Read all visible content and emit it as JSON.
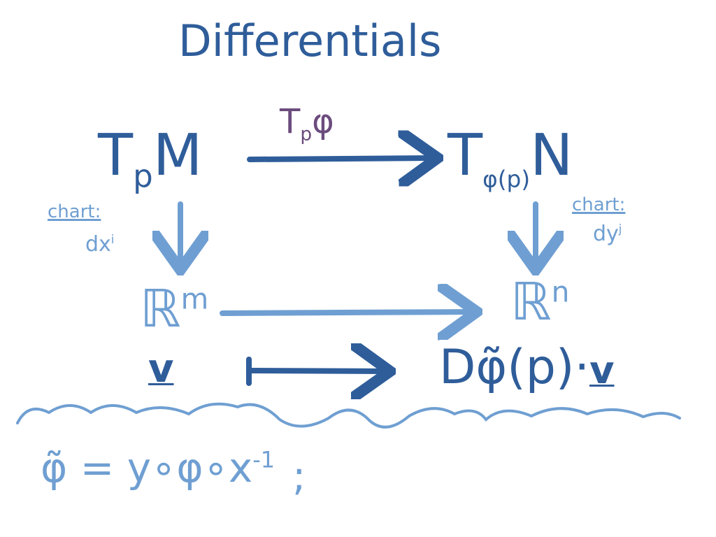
{
  "title": "Differentials",
  "nodes": {
    "top_left": {
      "base": "T",
      "sub": "p",
      "rest": "M"
    },
    "top_right": {
      "base": "T",
      "sub": "φ(p)",
      "rest": "N"
    },
    "mid_left": {
      "base": "ℝ",
      "sup": "m"
    },
    "mid_right": {
      "base": "ℝ",
      "sup": "n"
    },
    "bottom_left": "v",
    "bottom_right": {
      "main": "Dφ̃(p)·",
      "vec": "v"
    }
  },
  "arrow_top_label": {
    "base": "T",
    "sub": "p",
    "rest": "φ"
  },
  "chart_left": {
    "label": "chart:",
    "map": "dx",
    "sup": "i"
  },
  "chart_right": {
    "label": "chart:",
    "map": "dy",
    "sup": "j"
  },
  "formula": {
    "main": "φ̃ = y∘φ∘x",
    "sup": "-1",
    "end": ";"
  },
  "colors": {
    "dark": "#2f5d9a",
    "light": "#6f9fd2",
    "purple": "#6b4c7d"
  }
}
